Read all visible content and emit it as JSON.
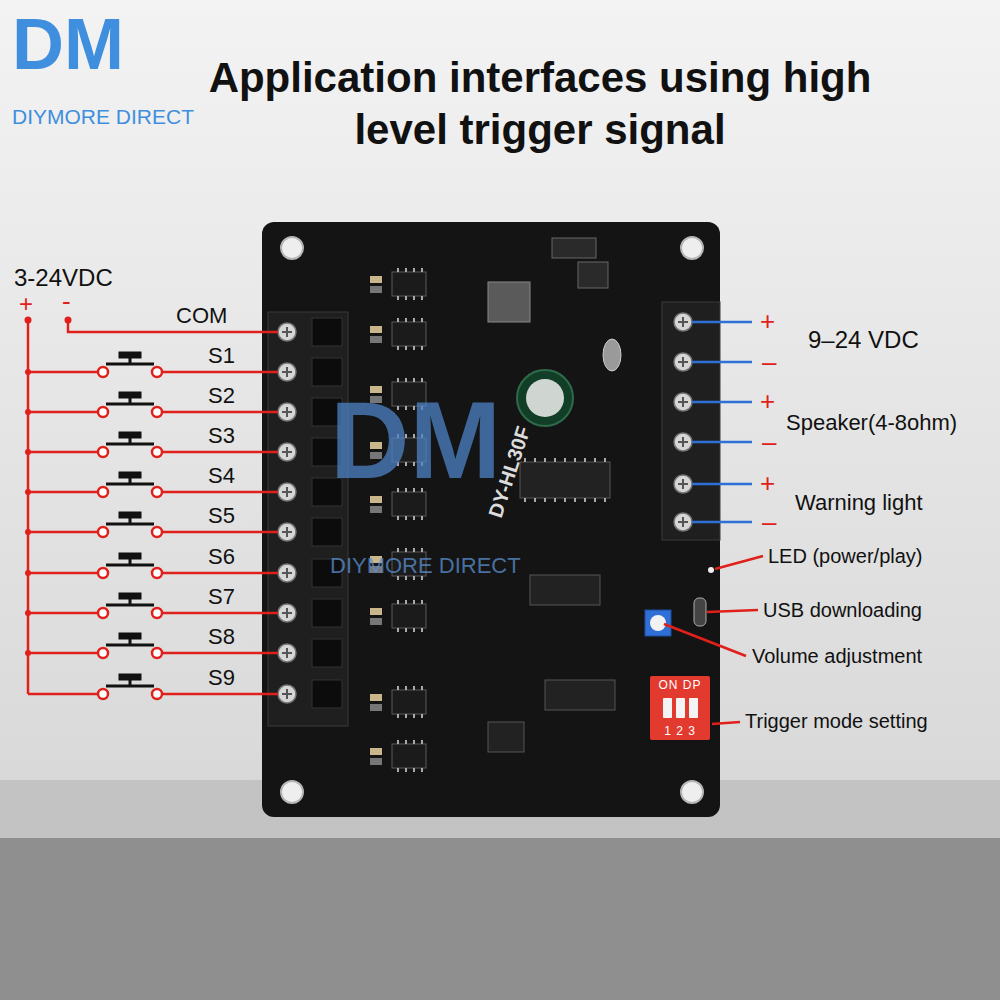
{
  "diagram": {
    "title": "Application interfaces using high level trigger signal",
    "nodes": [
      {
        "text": [
          "ON DP",
          "1 2 3"
        ]
      }
    ],
    "labels": [
      "DM",
      "DIYMORE DIRECT",
      "3-24VDC",
      "+",
      "-",
      "COM",
      "S1",
      "S2",
      "S3",
      "S4",
      "S5",
      "S6",
      "S7",
      "S8",
      "S9",
      "9–24 VDC",
      "+",
      "–",
      "+",
      "Speaker(4-8ohm)",
      "–",
      "+",
      "Warning light",
      "–",
      "LED (power/play)",
      "USB downloading",
      "Volume adjustment",
      "Trigger mode setting",
      "DY-HL30F",
      "DM",
      "DIYMORE DIRECT"
    ]
  }
}
